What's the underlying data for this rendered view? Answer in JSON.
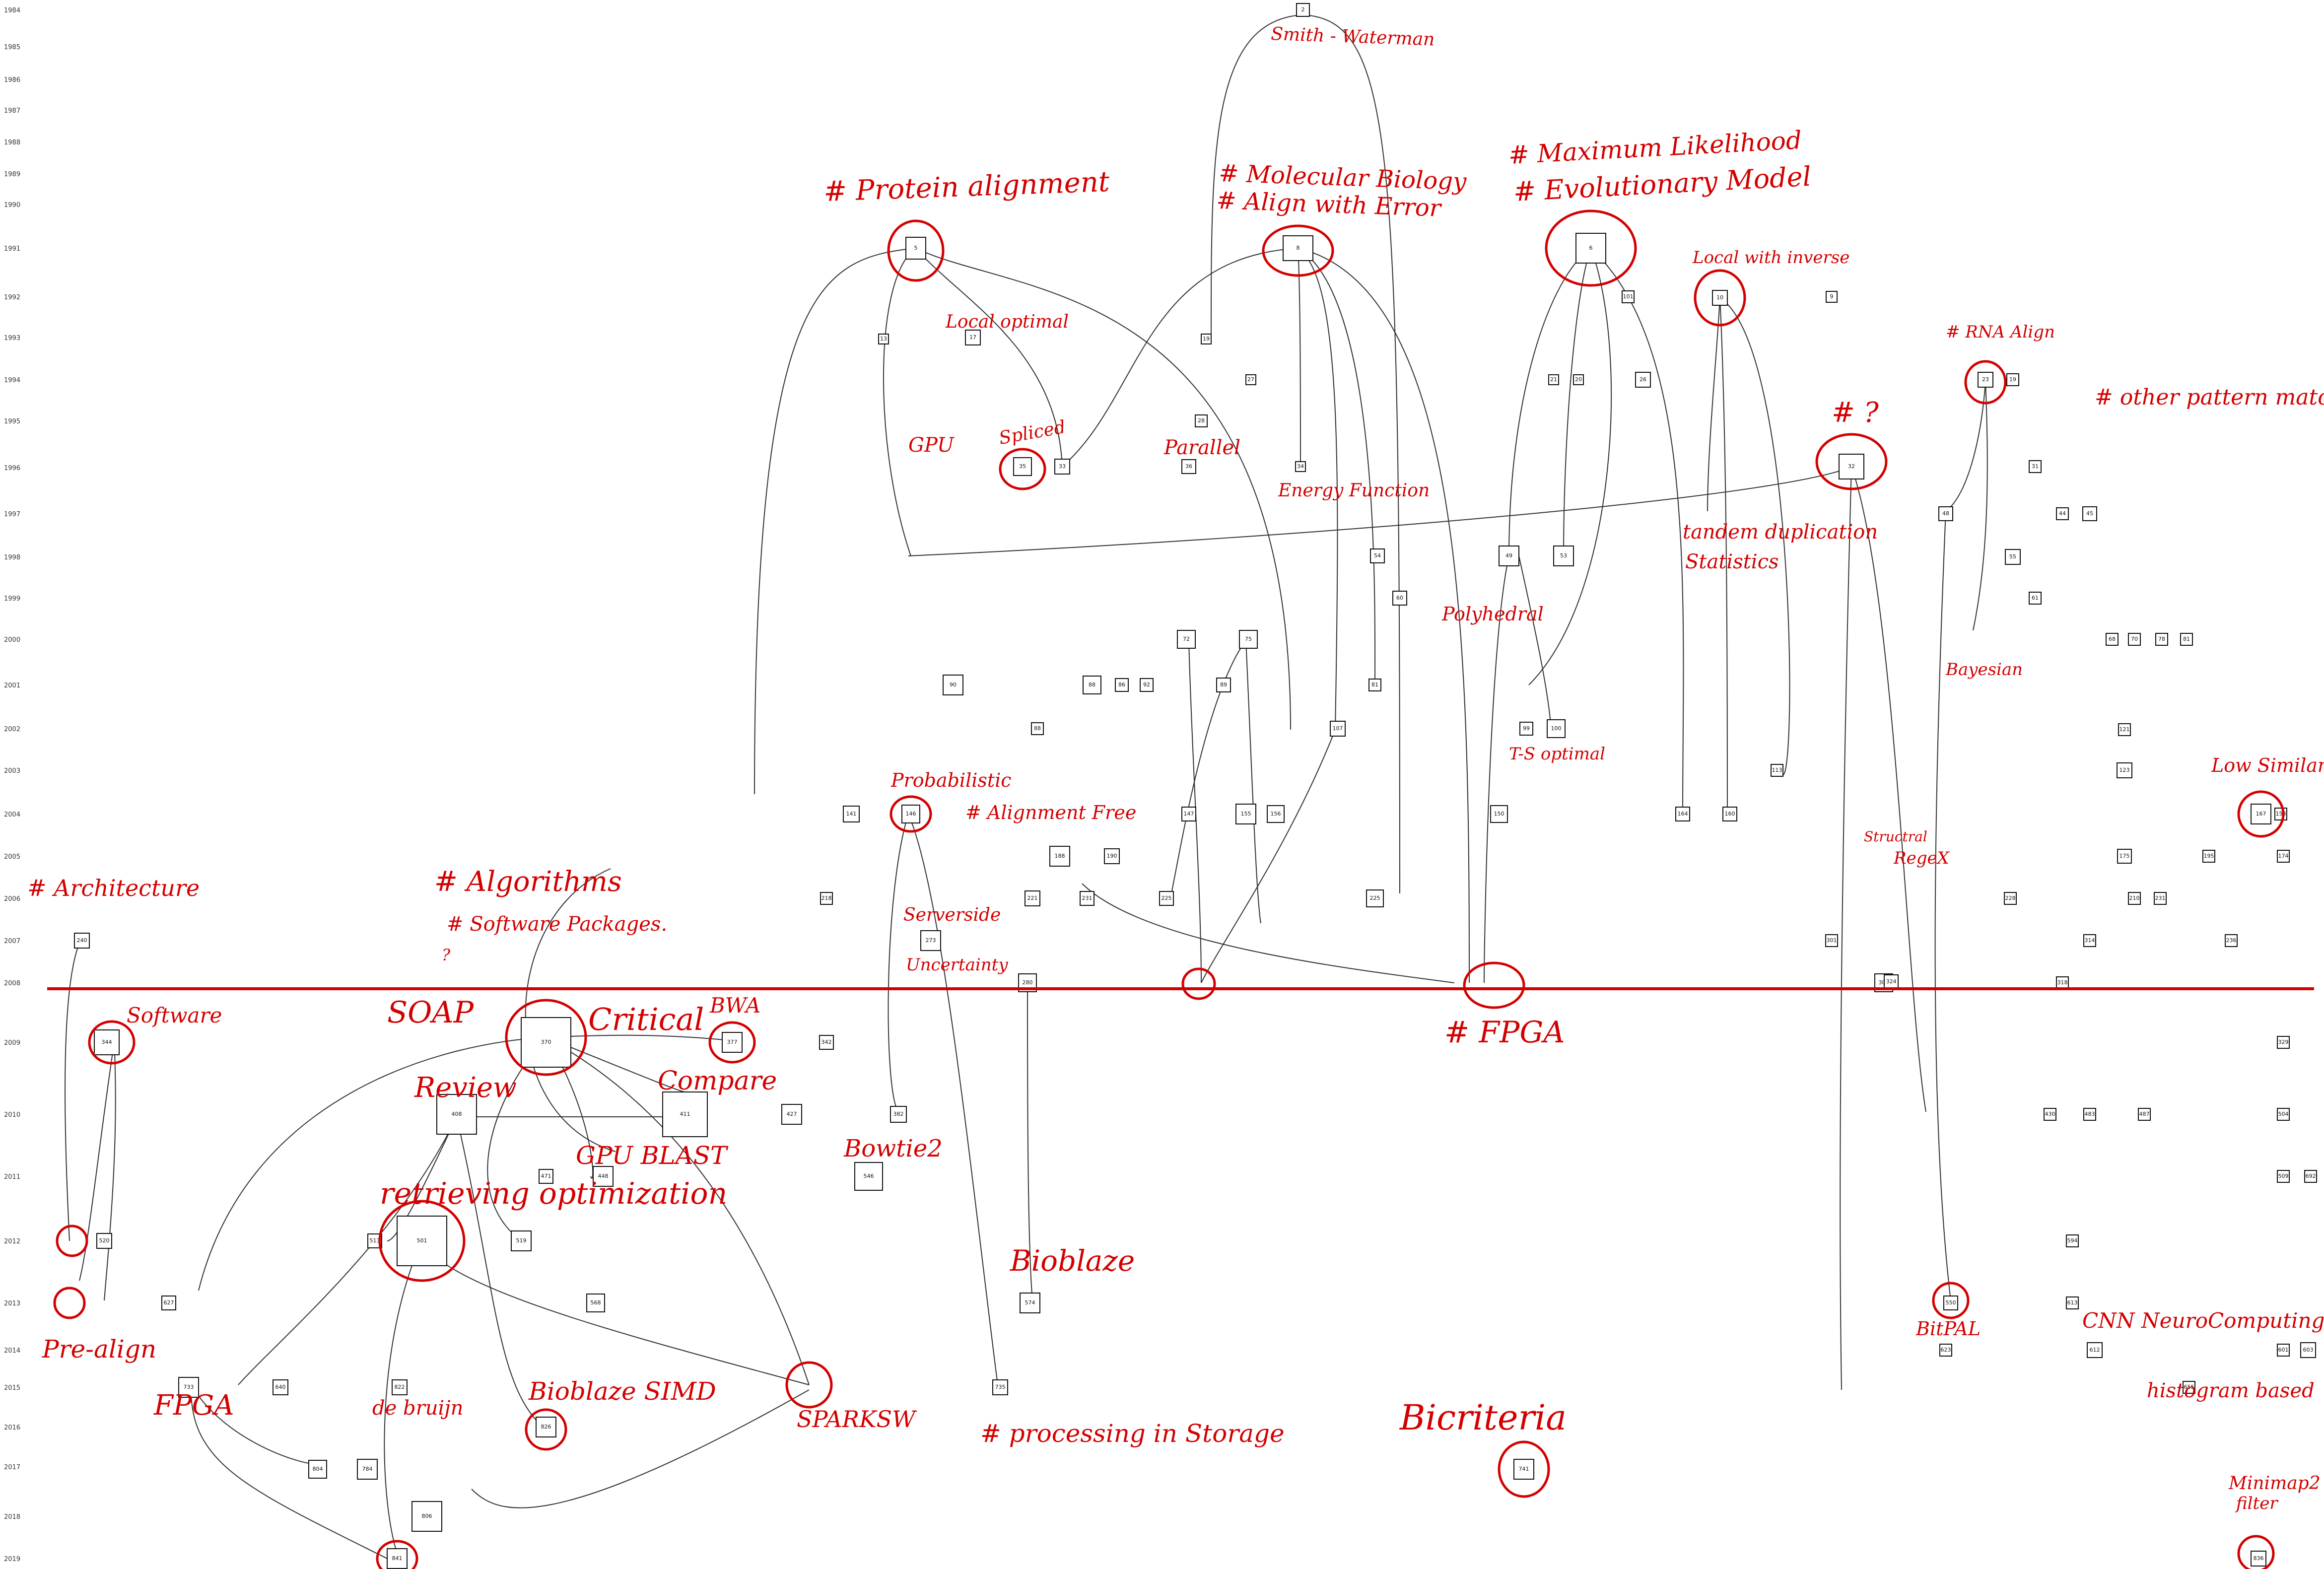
{
  "years": [
    "1984",
    "1985",
    "1986",
    "1987",
    "1988",
    "1989",
    "1990",
    "1991",
    "1992",
    "1993",
    "1994",
    "1995",
    "1996",
    "1997",
    "1998",
    "1999",
    "2000",
    "2001",
    "2002",
    "2003",
    "2004",
    "2005",
    "2006",
    "2007",
    "2008",
    "2009",
    "2010",
    "2011",
    "2012",
    "2013",
    "2014",
    "2015",
    "2016",
    "2017",
    "2018",
    "2019"
  ],
  "nodes": [
    "2",
    "5",
    "8",
    "6",
    "10",
    "9",
    "17",
    "13",
    "19",
    "21",
    "20",
    "26",
    "23",
    "19",
    "28",
    "27",
    "35",
    "33",
    "36",
    "34",
    "32",
    "31",
    "48",
    "44",
    "45",
    "53",
    "49",
    "55",
    "54",
    "60",
    "61",
    "68",
    "70",
    "78",
    "81",
    "72",
    "75",
    "89",
    "92",
    "90",
    "88",
    "86",
    "99",
    "100",
    "81",
    "101",
    "107",
    "88",
    "113",
    "121",
    "123",
    "141",
    "146",
    "147",
    "155",
    "156",
    "150",
    "158",
    "164",
    "160",
    "167",
    "174",
    "175",
    "188",
    "190",
    "195",
    "210",
    "218",
    "231",
    "221",
    "225",
    "228",
    "231",
    "225",
    "236",
    "240",
    "273",
    "280",
    "301",
    "314",
    "306",
    "318",
    "324",
    "329",
    "342",
    "344",
    "370",
    "377",
    "382",
    "408",
    "411",
    "427",
    "430",
    "448",
    "471",
    "483",
    "487",
    "501",
    "504",
    "509",
    "513",
    "519",
    "520",
    "546",
    "550",
    "568",
    "574",
    "594",
    "601",
    "603",
    "612",
    "613",
    "623",
    "627",
    "640",
    "655",
    "692",
    "733",
    "735",
    "741",
    "784",
    "804",
    "806",
    "822",
    "826",
    "836",
    "841"
  ],
  "annotations": [
    "Smith - Waterman",
    "# Protein alignment",
    "# Molecular Biology",
    "# Align with Error",
    "# Maximum Likelihood",
    "# Evolutionary Model",
    "Local with inverse",
    "# RNA Align",
    "# ?",
    "# other pattern matching",
    "Local optimal",
    "Parallel",
    "Spliced",
    "Energy Function",
    "tandem duplication",
    "Statistics",
    "Polyhedral",
    "Bayesian",
    "T-S optimal",
    "Probabilistic",
    "# Alignment Free",
    "Low Similarity",
    "Structral",
    "RegeX",
    "# Architecture",
    "# Algorithms",
    "# Software Packages.",
    "?",
    "GPU",
    "Serverside",
    "Uncertainty",
    "# FPGA",
    "Software",
    "SOAP",
    "Critical",
    "BWA",
    "Review",
    "Compare",
    "GPU BLAST",
    "Bowtie2",
    "retrieving optimization",
    "Bioblaze",
    "Pre-align",
    "FPGA",
    "de bruijn",
    "Bioblaze SIMD",
    "SPARKSW",
    "# processing in Storage",
    "Bicriteria",
    "BitPAL",
    "CNN NeuroComputing",
    "histogram based",
    "Minimap2",
    "filter"
  ],
  "colors": {
    "accent": "#d40000",
    "ink": "#111111"
  }
}
